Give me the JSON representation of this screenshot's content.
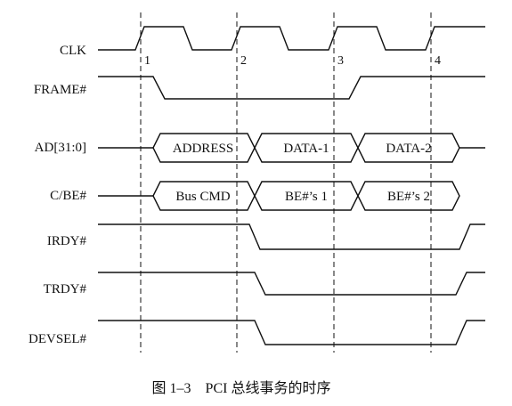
{
  "figure": {
    "caption": "图 1–3　PCI 总线事务的时序"
  },
  "signals": [
    {
      "id": "clk",
      "label": "CLK"
    },
    {
      "id": "frame",
      "label": "FRAME#"
    },
    {
      "id": "ad",
      "label": "AD[31:0]"
    },
    {
      "id": "cbe",
      "label": "C/BE#"
    },
    {
      "id": "irdy",
      "label": "IRDY#"
    },
    {
      "id": "trdy",
      "label": "TRDY#"
    },
    {
      "id": "devsel",
      "label": "DEVSEL#"
    }
  ],
  "clock_markers": [
    "1",
    "2",
    "3",
    "4"
  ],
  "bus_segments": {
    "ad": [
      "ADDRESS",
      "DATA-1",
      "DATA-2"
    ],
    "cbe": [
      "Bus CMD",
      "BE#’s 1",
      "BE#’s 2"
    ]
  }
}
